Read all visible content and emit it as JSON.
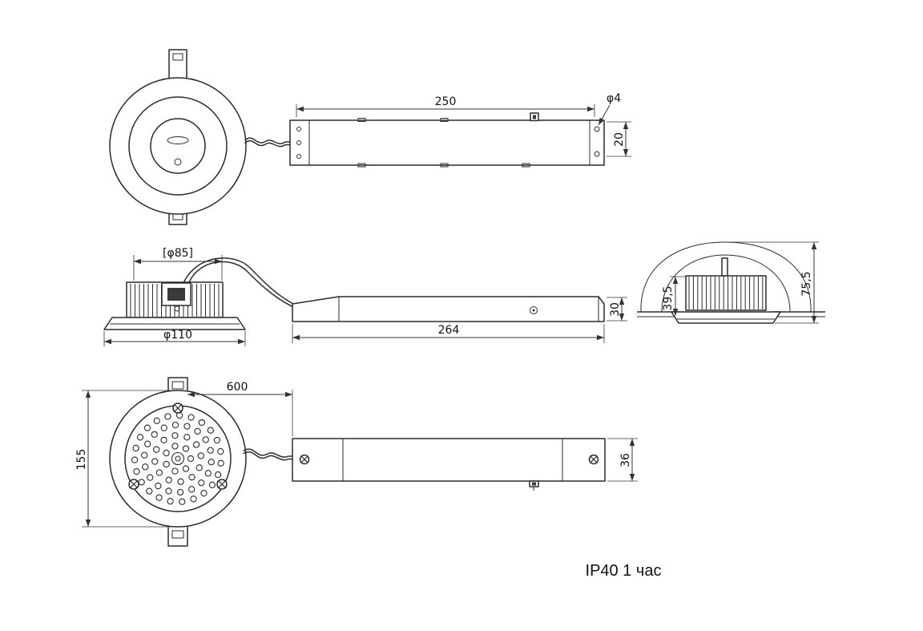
{
  "caption": "IP40 1 час",
  "dims": {
    "top_length": "250",
    "top_hole": "φ4",
    "top_width": "20",
    "side_lamp_dia": "[φ85]",
    "side_flange_dia": "φ110",
    "side_box_length": "264",
    "side_box_height": "30",
    "install_total_height": "75,5",
    "install_recess_height": "39,5",
    "bottom_cable_length": "600",
    "bottom_lamp_dia": "155",
    "bottom_box_width": "36"
  }
}
